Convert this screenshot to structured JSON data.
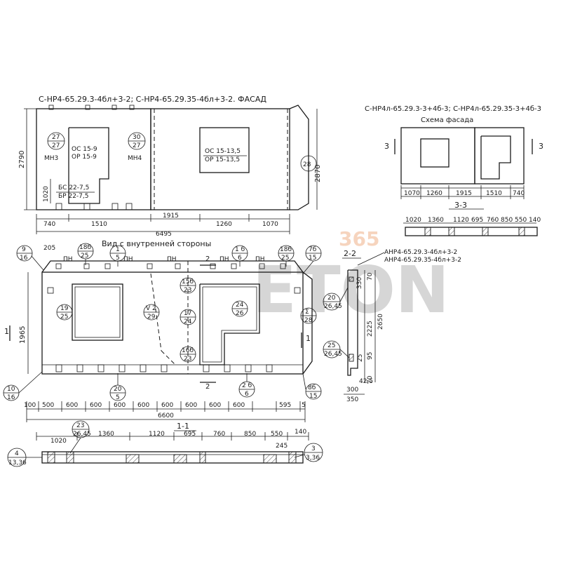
{
  "facade_top": {
    "title": "С-НР4-65.29.3-4бл+3-2; С-НР4-65.29.35-4бл+3-2. ФАСАД",
    "height_left": "2790",
    "height_right": "2870",
    "left_open_tag": [
      "ОС 15-9",
      "ОР 15-9"
    ],
    "right_open_tag": [
      "ОС 15-13,5",
      "ОР 15-13,5"
    ],
    "door_tag": [
      "БС 22-7,5",
      "БР 22-7,5"
    ],
    "bubble_l": {
      "top": "27",
      "bot": "27"
    },
    "bubble_m": {
      "top": "30",
      "bot": "27"
    },
    "bubble_r": "28",
    "mn_left": "МН3",
    "mn_mid": "МН4",
    "dim_1020": "1020",
    "dims_bottom": [
      "740",
      "1510",
      "1915",
      "1260",
      "1070"
    ],
    "overall": "6495"
  },
  "scheme": {
    "title": "С-НР4л-65.29.3-3+4б-3; С-НР4л-65.29.35-3+4б-3",
    "subtitle": "Схема фасада",
    "dims": [
      "1070",
      "1260",
      "1915",
      "1510",
      "740"
    ],
    "cut_label": "3",
    "section_label": "3-3",
    "section_dims": [
      "1020",
      "1360",
      "1120",
      "695",
      "760",
      "850",
      "550",
      "140"
    ]
  },
  "inner_view": {
    "title": "Вид с внутренней стороны",
    "top_dim_205": "205",
    "pn": "ПН",
    "b_9_16": {
      "top": "9",
      "bot": "16"
    },
    "b_18b_25_a": {
      "top": "18б",
      "bot": "25"
    },
    "b_1_5": {
      "top": "1",
      "bot": "5"
    },
    "b_1b_6": {
      "top": "1 б",
      "bot": "6"
    },
    "b_18b_25_b": {
      "top": "18б",
      "bot": "25"
    },
    "b_7b_15": {
      "top": "7б",
      "bot": "15"
    },
    "b_19_25": {
      "top": "19",
      "bot": "25"
    },
    "b_v2_29": {
      "top": "V 2",
      "bot": "29"
    },
    "b_15b_23": {
      "top": "15б",
      "bot": "23"
    },
    "b_17_24": {
      "top": "17",
      "bot": "24"
    },
    "b_24_26": {
      "top": "24",
      "bot": "26"
    },
    "b_16b_23": {
      "top": "16б",
      "bot": "23"
    },
    "b_s_28": {
      "top": "Σ",
      "bot": "28"
    },
    "b_20_5": {
      "top": "20",
      "bot": "5"
    },
    "b_2b_6": {
      "top": "2 б",
      "bot": "6"
    },
    "b_10_16": {
      "top": "10",
      "bot": "16"
    },
    "b_8b_15": {
      "top": "8б",
      "bot": "15"
    },
    "cut1": "1",
    "cut2": "2",
    "height": "1965",
    "dims_bottom": [
      "100",
      "500",
      "600",
      "600",
      "600",
      "600",
      "600",
      "600",
      "600",
      "600",
      "595",
      "5"
    ],
    "overall": "6600"
  },
  "section_22": {
    "label": "2-2",
    "tag1": "АНР4-65.29.3-4бл+3-2",
    "tag2": "АНР4-65.29.35-4бл+3-2",
    "dims_vert": [
      "330",
      "70",
      "2225",
      "2650",
      "95",
      "25",
      "70"
    ],
    "bubble_a": {
      "top": "20",
      "bot": "26,45"
    },
    "bubble_b": {
      "top": "25",
      "bot": "26,45"
    },
    "bot_dims": [
      "42,5",
      "300",
      "350"
    ]
  },
  "section_11": {
    "label": "1-1",
    "dims": [
      "1020",
      "1360",
      "1120",
      "695",
      "760",
      "850",
      "550",
      "140"
    ],
    "dim_245": "245",
    "bubble_23": {
      "top": "23",
      "bot": "26,45"
    },
    "bubble_4": {
      "top": "4",
      "bot": "13,36"
    },
    "bubble_3": {
      "top": "3",
      "bot": "3,36"
    }
  },
  "watermark": {
    "brand": "ETON",
    "num": "365"
  }
}
